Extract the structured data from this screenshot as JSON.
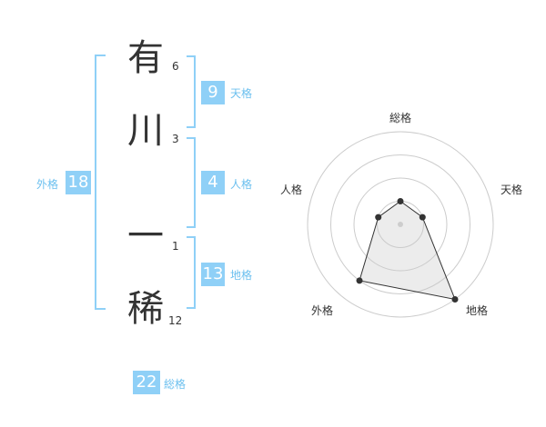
{
  "characters": [
    {
      "char": "有",
      "strokes": "6"
    },
    {
      "char": "川",
      "strokes": "3"
    },
    {
      "char": "一",
      "strokes": "1"
    },
    {
      "char": "稀",
      "strokes": "12"
    }
  ],
  "grids": {
    "tenkaku": {
      "value": "9",
      "label": "天格"
    },
    "jinkaku": {
      "value": "4",
      "label": "人格"
    },
    "chikaku": {
      "value": "13",
      "label": "地格"
    },
    "gaikaku": {
      "value": "18",
      "label": "外格"
    },
    "soukaku": {
      "value": "22",
      "label": "総格"
    }
  },
  "radar": {
    "labels": {
      "soukaku": "総格",
      "tenkaku": "天格",
      "jinkaku": "人格",
      "chikaku": "地格",
      "gaikaku": "外格"
    },
    "levels": {
      "soukaku": 0.25,
      "tenkaku": 0.25,
      "chikaku": 1.0,
      "gaikaku": 0.75,
      "jinkaku": 0.25
    }
  }
}
